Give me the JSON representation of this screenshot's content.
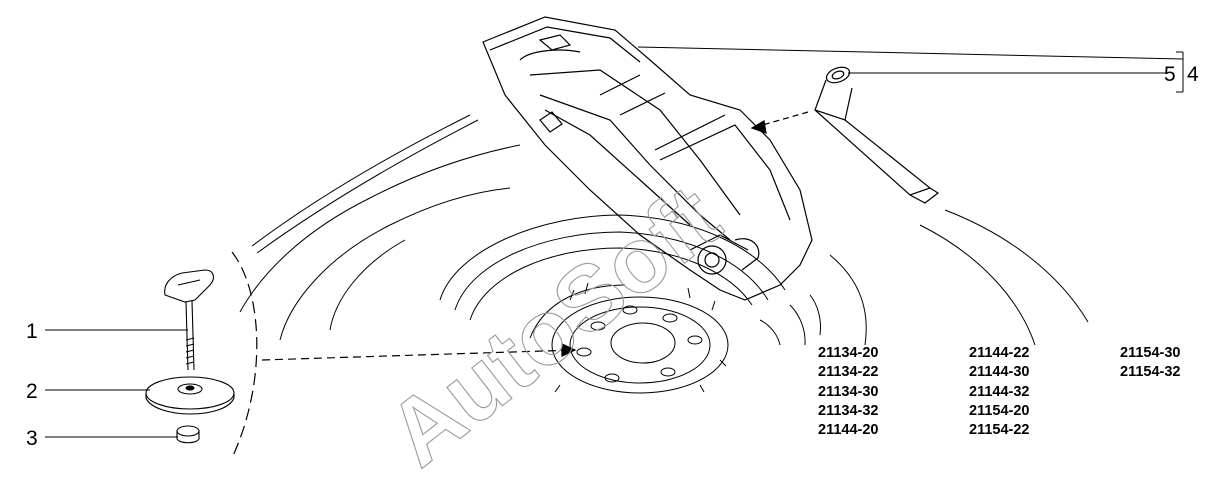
{
  "callouts": [
    "1",
    "2",
    "3",
    "5",
    "4"
  ],
  "models": [
    [
      "21134-20",
      "21134-22",
      "21134-30",
      "21134-32",
      "21144-20"
    ],
    [
      "21144-22",
      "21144-30",
      "21144-32",
      "21154-20",
      "21154-22"
    ],
    [
      "21154-30",
      "21154-32"
    ]
  ],
  "watermark": "AutoSoft"
}
